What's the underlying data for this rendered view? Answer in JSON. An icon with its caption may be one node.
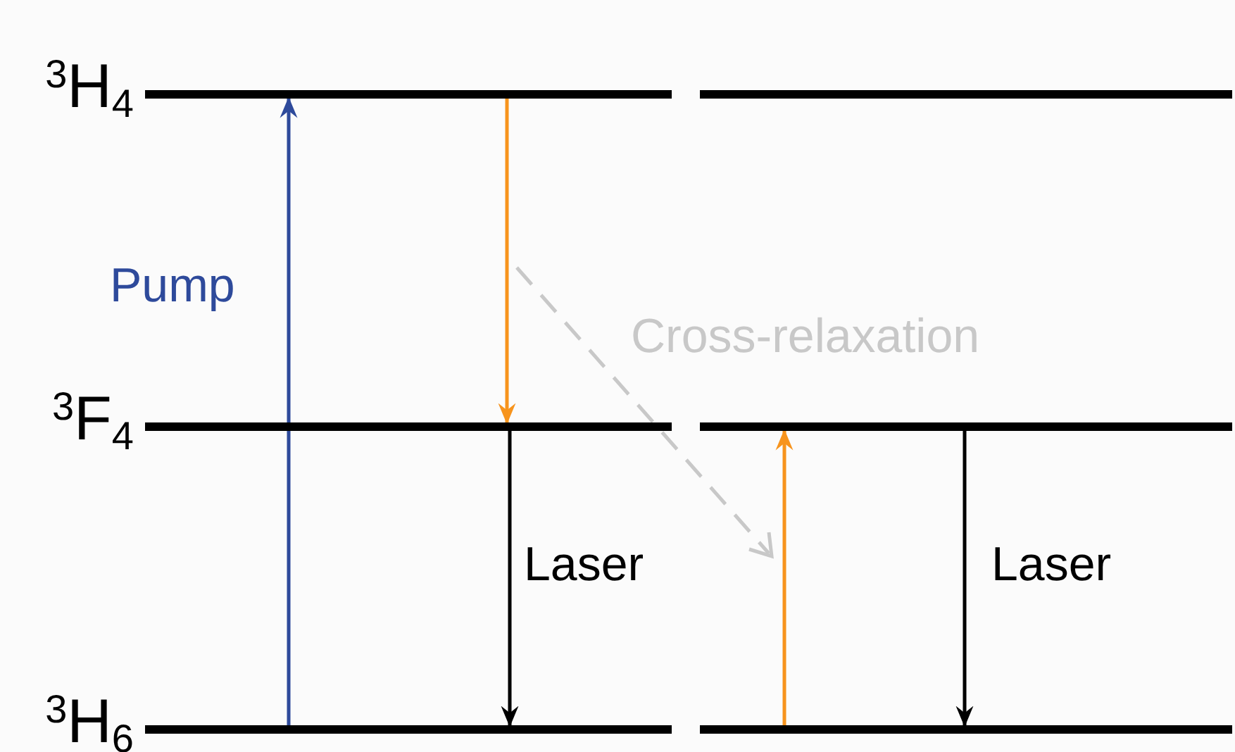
{
  "diagram": {
    "nodes": [
      {
        "text": [],
        "shape": "bar",
        "beside": [
          "$^{3}$H$_{4}$"
        ]
      },
      {
        "text": [],
        "shape": "bar"
      },
      {
        "text": [],
        "shape": "bar",
        "beside": [
          "$^{3}$F$_{4}$"
        ]
      },
      {
        "text": [],
        "shape": "bar"
      },
      {
        "text": [],
        "shape": "bar",
        "beside": [
          "$^{3}$H$_{6}$"
        ]
      },
      {
        "text": [],
        "shape": "bar"
      }
    ],
    "edges": [
      {
        "from": 4,
        "to": 0,
        "arrow": "to",
        "label": "Pump",
        "color": "#2e4a9b"
      },
      {
        "from": 0,
        "to": 2,
        "arrow": "to",
        "color": "#f7941d"
      },
      {
        "from": 2,
        "to": 4,
        "arrow": "to",
        "label": "Laser",
        "color": "#000000"
      },
      {
        "from": 5,
        "to": 3,
        "arrow": "to",
        "color": "#f7941d"
      },
      {
        "from": 3,
        "to": 5,
        "arrow": "to",
        "label": "Laser",
        "color": "#000000"
      }
    ],
    "labels": [
      "Cross-relaxation"
    ]
  }
}
